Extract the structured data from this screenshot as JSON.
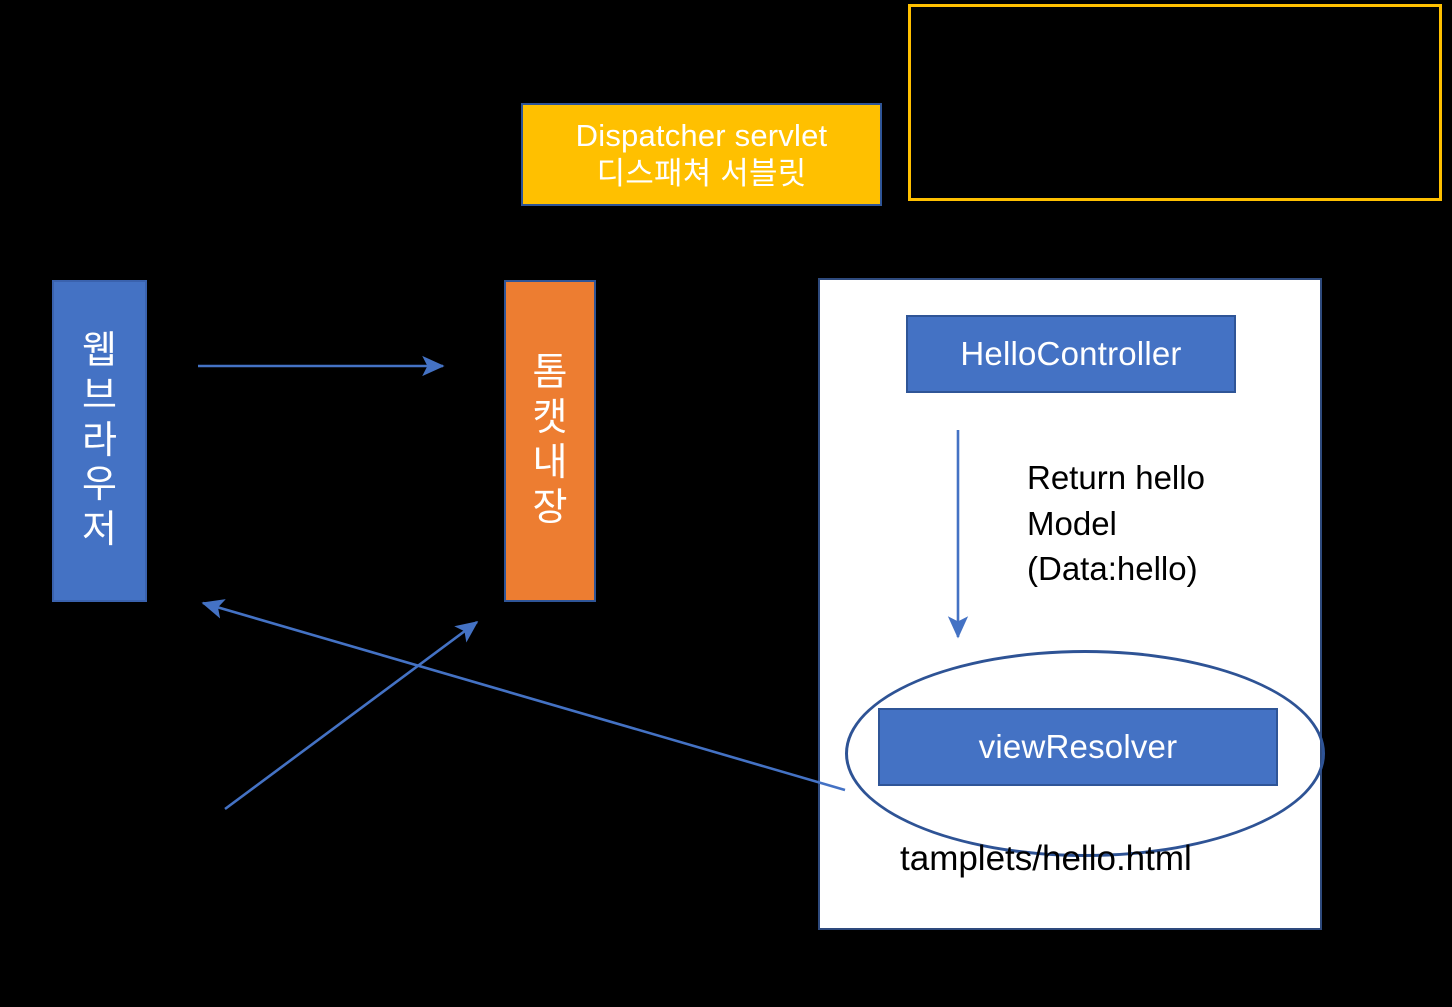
{
  "diagram": {
    "title": "Spring MVC request flow diagram",
    "background_color": "#000000",
    "nodes": {
      "dispatcher": {
        "label_en": "Dispatcher servlet",
        "label_ko": "디스패쳐 서블릿",
        "fill": "#FFC000",
        "border": "#2F5597",
        "text_color": "#FFFFFF"
      },
      "empty_outline": {
        "label": "",
        "fill": "transparent",
        "border": "#FFC000"
      },
      "browser": {
        "chars": [
          "웹",
          "브",
          "라",
          "우",
          "저"
        ],
        "fill": "#4472C4",
        "text_color": "#FFFFFF"
      },
      "tomcat": {
        "chars": [
          "톰",
          "캣",
          "내",
          "장"
        ],
        "fill": "#ED7D31",
        "text_color": "#FFFFFF"
      },
      "panel": {
        "fill": "#FFFFFF",
        "border": "#2E4A7D"
      },
      "hello_controller": {
        "label": "HelloController",
        "fill": "#4472C4",
        "border": "#2F5597",
        "text_color": "#FFFFFF"
      },
      "view_resolver": {
        "label": "viewResolver",
        "fill": "#4472C4",
        "border": "#2F5597",
        "text_color": "#FFFFFF"
      },
      "ellipse": {
        "border": "#2E5395"
      }
    },
    "labels": {
      "return_model": "Return hello\nModel\n(Data:hello)",
      "template_path": "tamplets/hello.html"
    },
    "arrows": {
      "color": "#4472C4",
      "items": [
        {
          "name": "browser-to-tomcat",
          "from": "웹브라우저",
          "to": "톰캣내장",
          "direction": "right"
        },
        {
          "name": "controller-to-viewresolver",
          "from": "HelloController",
          "to": "viewResolver",
          "direction": "down"
        },
        {
          "name": "viewresolver-to-browser",
          "from": "viewResolver",
          "to": "웹브라우저",
          "direction": "up-left"
        },
        {
          "name": "bottomleft-to-tomcat",
          "from": "",
          "to": "톰캣내장",
          "direction": "up-right"
        }
      ]
    }
  }
}
